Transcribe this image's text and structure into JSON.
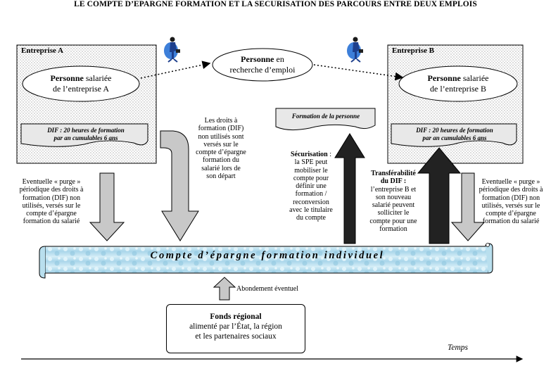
{
  "title": "LE COMPTE D’EPARGNE FORMATION ET LA SECURISATION DES PARCOURS ENTRE DEUX EMPLOIS",
  "enterprise_a": {
    "label": "Entreprise A",
    "person_bold": "Personne",
    "person_rest": " salariée",
    "person_line2": "de l’entreprise A",
    "dif_line1": "DIF : 20 heures de formation",
    "dif_line2": "par an cumulables 6 ans"
  },
  "enterprise_b": {
    "label": "Entreprise B",
    "person_bold": "Personne",
    "person_rest": " salariée",
    "person_line2": "de l’entreprise B",
    "dif_line1": "DIF : 20 heures de formation",
    "dif_line2": "par an cumulables 6 ans"
  },
  "job_seeker": {
    "bold": "Personne",
    "rest": " en",
    "line2": "recherche d’emploi"
  },
  "formation_personne": "Formation de la personne",
  "text_droits": [
    "Les droits à",
    "formation (DIF)",
    "non utilisés sont",
    "versés sur le",
    "compte d’épargne",
    "formation du",
    "salarié lors de",
    "son départ"
  ],
  "text_purge_left": [
    "Eventuelle « purge »",
    "périodique des droits à",
    "formation (DIF) non",
    "utilisés, versés sur le",
    "compte d’épargne",
    "formation du salarié"
  ],
  "text_purge_right": [
    "Eventuelle « purge »",
    "périodique des droits à",
    "formation (DIF) non",
    "utilisés, versés sur le",
    "compte d’épargne",
    "formation du salarié"
  ],
  "securisation": {
    "bold": "Sécurisation",
    "after_bold": " :",
    "lines": [
      "la SPE peut",
      "mobiliser le",
      "compte pour",
      "définir une",
      "formation /",
      "reconversion",
      "avec le titulaire",
      "du compte"
    ]
  },
  "transferabilite": {
    "bold_line1": "Transférabilité",
    "bold_line2": "du DIF :",
    "lines": [
      "l’entreprise B et",
      "son nouveau",
      "salarié peuvent",
      "solliciter le",
      "compte pour une",
      "formation"
    ]
  },
  "compte_title": "Compte d’épargne formation individuel",
  "abondement": "Abondement éventuel",
  "fonds": {
    "line1": "Fonds régional",
    "line2": "alimenté par l’État, la région",
    "line3": "et les partenaires sociaux"
  },
  "temps": "Temps",
  "colors": {
    "scroll_fill": "#b9dfee",
    "grey_arrow": "#c8c8c8",
    "dark_arrow": "#222222",
    "banner_fill": "#e8e8e8"
  }
}
